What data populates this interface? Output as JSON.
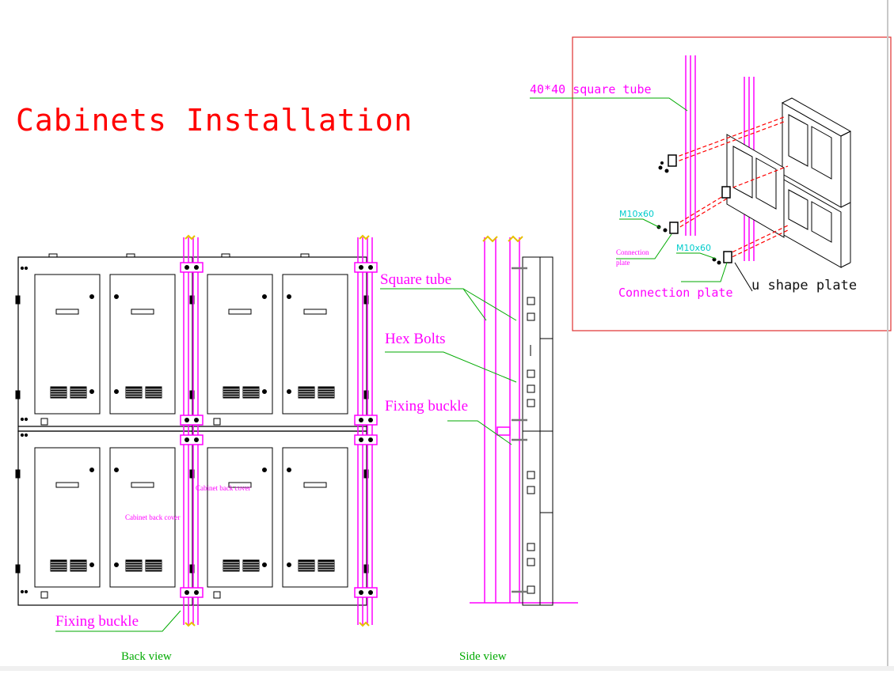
{
  "title": "Cabinets Installation",
  "back_view": {
    "caption": "Back view",
    "fixing_buckle_label": "Fixing buckle",
    "cover_label_1": "Cabinet back cover",
    "cover_label_2": "Cabinet back cover"
  },
  "side_view": {
    "caption": "Side view",
    "square_tube_label": "Square tube",
    "hex_bolts_label": "Hex Bolts",
    "fixing_buckle_label": "Fixing buckle"
  },
  "detail": {
    "square_tube_label": "40*40 square tube",
    "bolt_label_1": "M10x60",
    "bolt_label_2": "M10x60",
    "connection_plate_small_1": "Connection",
    "connection_plate_small_2": "plate",
    "connection_plate_label": "Connection plate",
    "u_shape_label": "u shape plate"
  },
  "colors": {
    "title": "#ff0000",
    "magenta": "#ff00ff",
    "green": "#00aa00",
    "cyan": "#00cccc",
    "detail_border": "#e03030",
    "line": "#000000"
  }
}
